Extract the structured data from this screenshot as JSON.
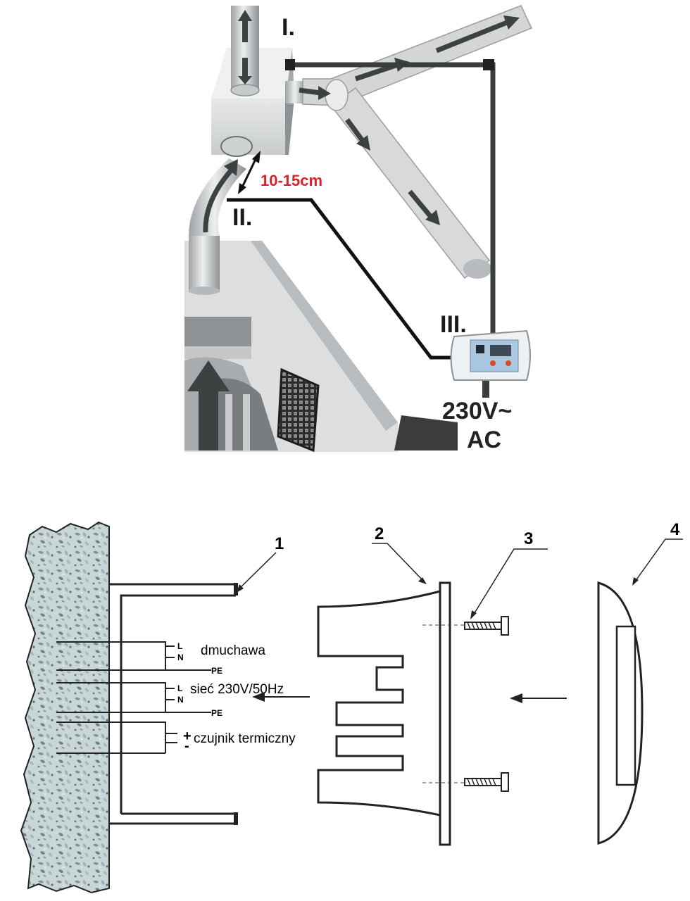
{
  "installation": {
    "label_unit": "I.",
    "label_heat_source": "II.",
    "label_controller": "III.",
    "distance": "10-15cm",
    "supply_line1": "230V~",
    "supply_line2": "AC"
  },
  "mounting": {
    "part_1": "1",
    "part_2": "2",
    "part_3": "3",
    "part_4": "4",
    "groups": [
      {
        "terminals": [
          "L",
          "N",
          "PE"
        ],
        "label": "dmuchawa"
      },
      {
        "terminals": [
          "L",
          "N",
          "PE"
        ],
        "label": "sieć 230V/50Hz"
      },
      {
        "terminals": [
          "+",
          "-"
        ],
        "label": "czujnik termiczny"
      }
    ]
  },
  "colors": {
    "accent_red": "#e0202a",
    "duct_gray": "#c8cacc",
    "wire_dark": "#3a3d3d"
  }
}
